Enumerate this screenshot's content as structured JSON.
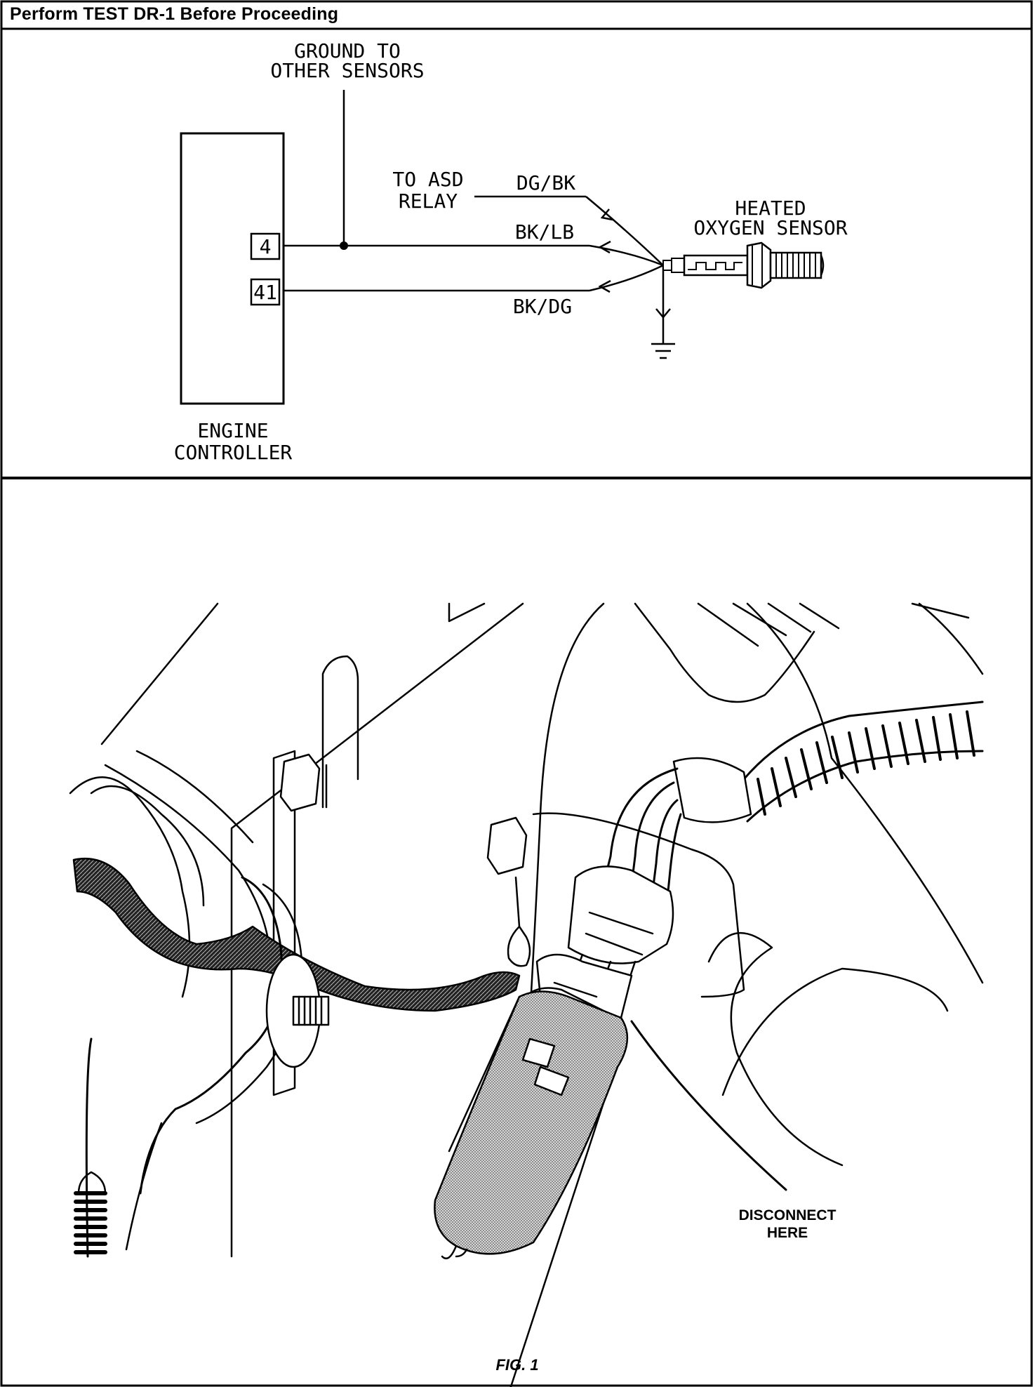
{
  "header": {
    "title": "Perform TEST DR-1 Before Proceeding"
  },
  "schematic": {
    "ground_label_line1": "GROUND TO",
    "ground_label_line2": "OTHER SENSORS",
    "asd_label_line1": "TO ASD",
    "asd_label_line2": "RELAY",
    "wire_dg_bk": "DG/BK",
    "wire_bk_lb": "BK/LB",
    "wire_bk_dg": "BK/DG",
    "sensor_label_line1": "HEATED",
    "sensor_label_line2": "OXYGEN SENSOR",
    "controller_label_line1": "ENGINE",
    "controller_label_line2": "CONTROLLER",
    "pin_4": "4",
    "pin_41": "41"
  },
  "illustration": {
    "callout_line1": "DISCONNECT",
    "callout_line2": "HERE",
    "figure_caption": "FIG. 1"
  }
}
